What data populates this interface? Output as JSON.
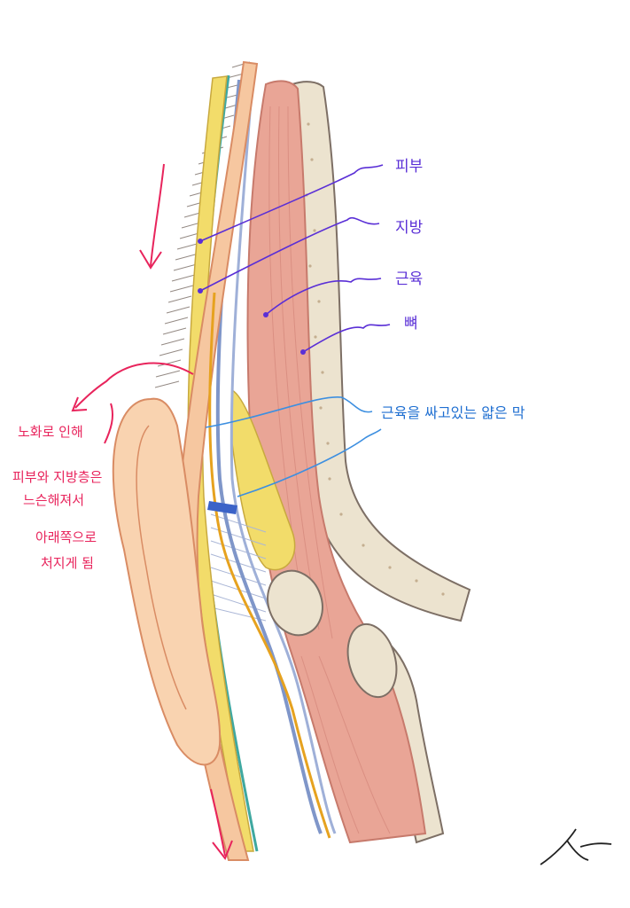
{
  "labels": {
    "skin": "피부",
    "fat": "지방",
    "muscle": "근육",
    "bone": "뼈",
    "membrane": "근육을 싸고있는 얇은 막"
  },
  "note": {
    "line1": "노화로 인해",
    "line2": "피부와 지방층은",
    "line3": "느슨해져서",
    "line4": "아래쪽으로",
    "line5": "처지게 됨"
  },
  "colors": {
    "skin": "#f6c7a0",
    "fat": "#f2dc6a",
    "muscle": "#e9a596",
    "bone": "#ece3cf",
    "membrane": "#7f96c9",
    "label_purple": "#5a2fd6",
    "label_blue": "#1f6fd1",
    "note_pink": "#e8245c"
  }
}
